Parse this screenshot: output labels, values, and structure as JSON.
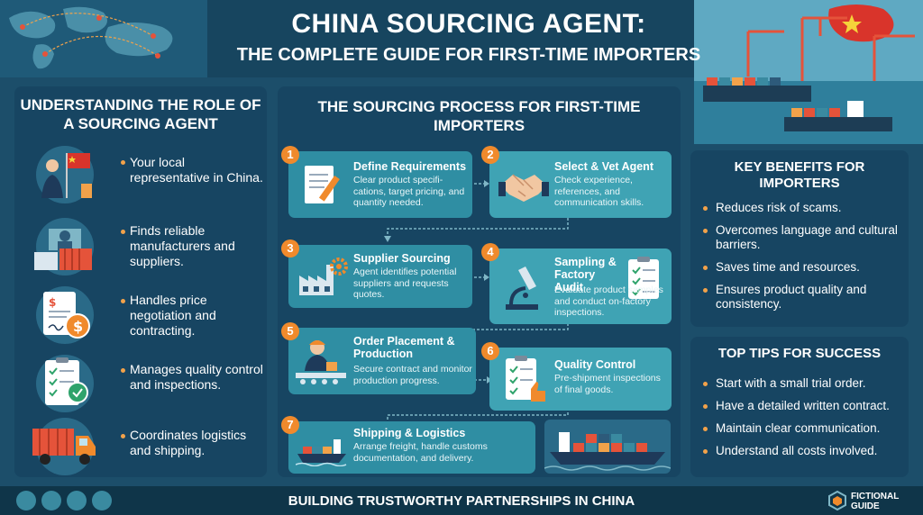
{
  "header": {
    "title_line1": "CHINA SOURCING AGENT:",
    "title_line2": "THE COMPLETE GUIDE FOR FIRST-TIME IMPORTERS"
  },
  "left_panel": {
    "heading": "UNDERSTANDING THE ROLE OF A SOURCING AGENT",
    "items": [
      {
        "text": "Your local representative in China.",
        "icon": "representative-flag-icon"
      },
      {
        "text": "Finds reliable manufacturers and suppliers.",
        "icon": "factory-search-icon"
      },
      {
        "text": "Handles price negotiation and contracting.",
        "icon": "contract-dollar-icon"
      },
      {
        "text": "Manages quality control and inspections.",
        "icon": "quality-clipboard-icon"
      },
      {
        "text": "Coordinates logistics and shipping.",
        "icon": "truck-icon"
      }
    ]
  },
  "process": {
    "heading": "THE SOURCING PROCESS FOR FIRST-TIME IMPORTERS",
    "steps": [
      {
        "num": "1",
        "title": "Define Requirements",
        "desc": "Clear product specifi-cations, target pricing, and quantity needed."
      },
      {
        "num": "2",
        "title": "Select & Vet Agent",
        "desc": "Check experience, references, and communication skills."
      },
      {
        "num": "3",
        "title": "Supplier Sourcing",
        "desc": "Agent identifies potential suppliers and requests quotes."
      },
      {
        "num": "4",
        "title": "Sampling & Factory Audit",
        "desc": "Evaluate product samples and conduct on-factory inspections."
      },
      {
        "num": "5",
        "title": "Order Placement & Production",
        "desc": "Secure contract and monitor production progress."
      },
      {
        "num": "6",
        "title": "Quality Control",
        "desc": "Pre-shipment inspections of final goods."
      },
      {
        "num": "7",
        "title": "Shipping & Logistics",
        "desc": "Arrange freight, handle customs documentation, and delivery."
      }
    ]
  },
  "benefits": {
    "heading": "KEY BENEFITS FOR IMPORTERS",
    "items": [
      "Reduces risk of scams.",
      "Overcomes language and cultural barriers.",
      "Saves time and resources.",
      "Ensures product quality and consistency."
    ]
  },
  "tips": {
    "heading": "TOP TIPS FOR SUCCESS",
    "items": [
      "Start with a small trial order.",
      "Have a detailed written contract.",
      "Maintain clear communication.",
      "Understand all costs involved."
    ]
  },
  "footer": {
    "text": "BUILDING TRUSTWORTHY PARTNERSHIPS IN CHINA",
    "brand_line1": "FICTIONAL",
    "brand_line2": "GUIDE"
  },
  "colors": {
    "background": "#1c4e6a",
    "panel": "#174562",
    "card": "#2f8ea3",
    "accent": "#f08a2c"
  }
}
